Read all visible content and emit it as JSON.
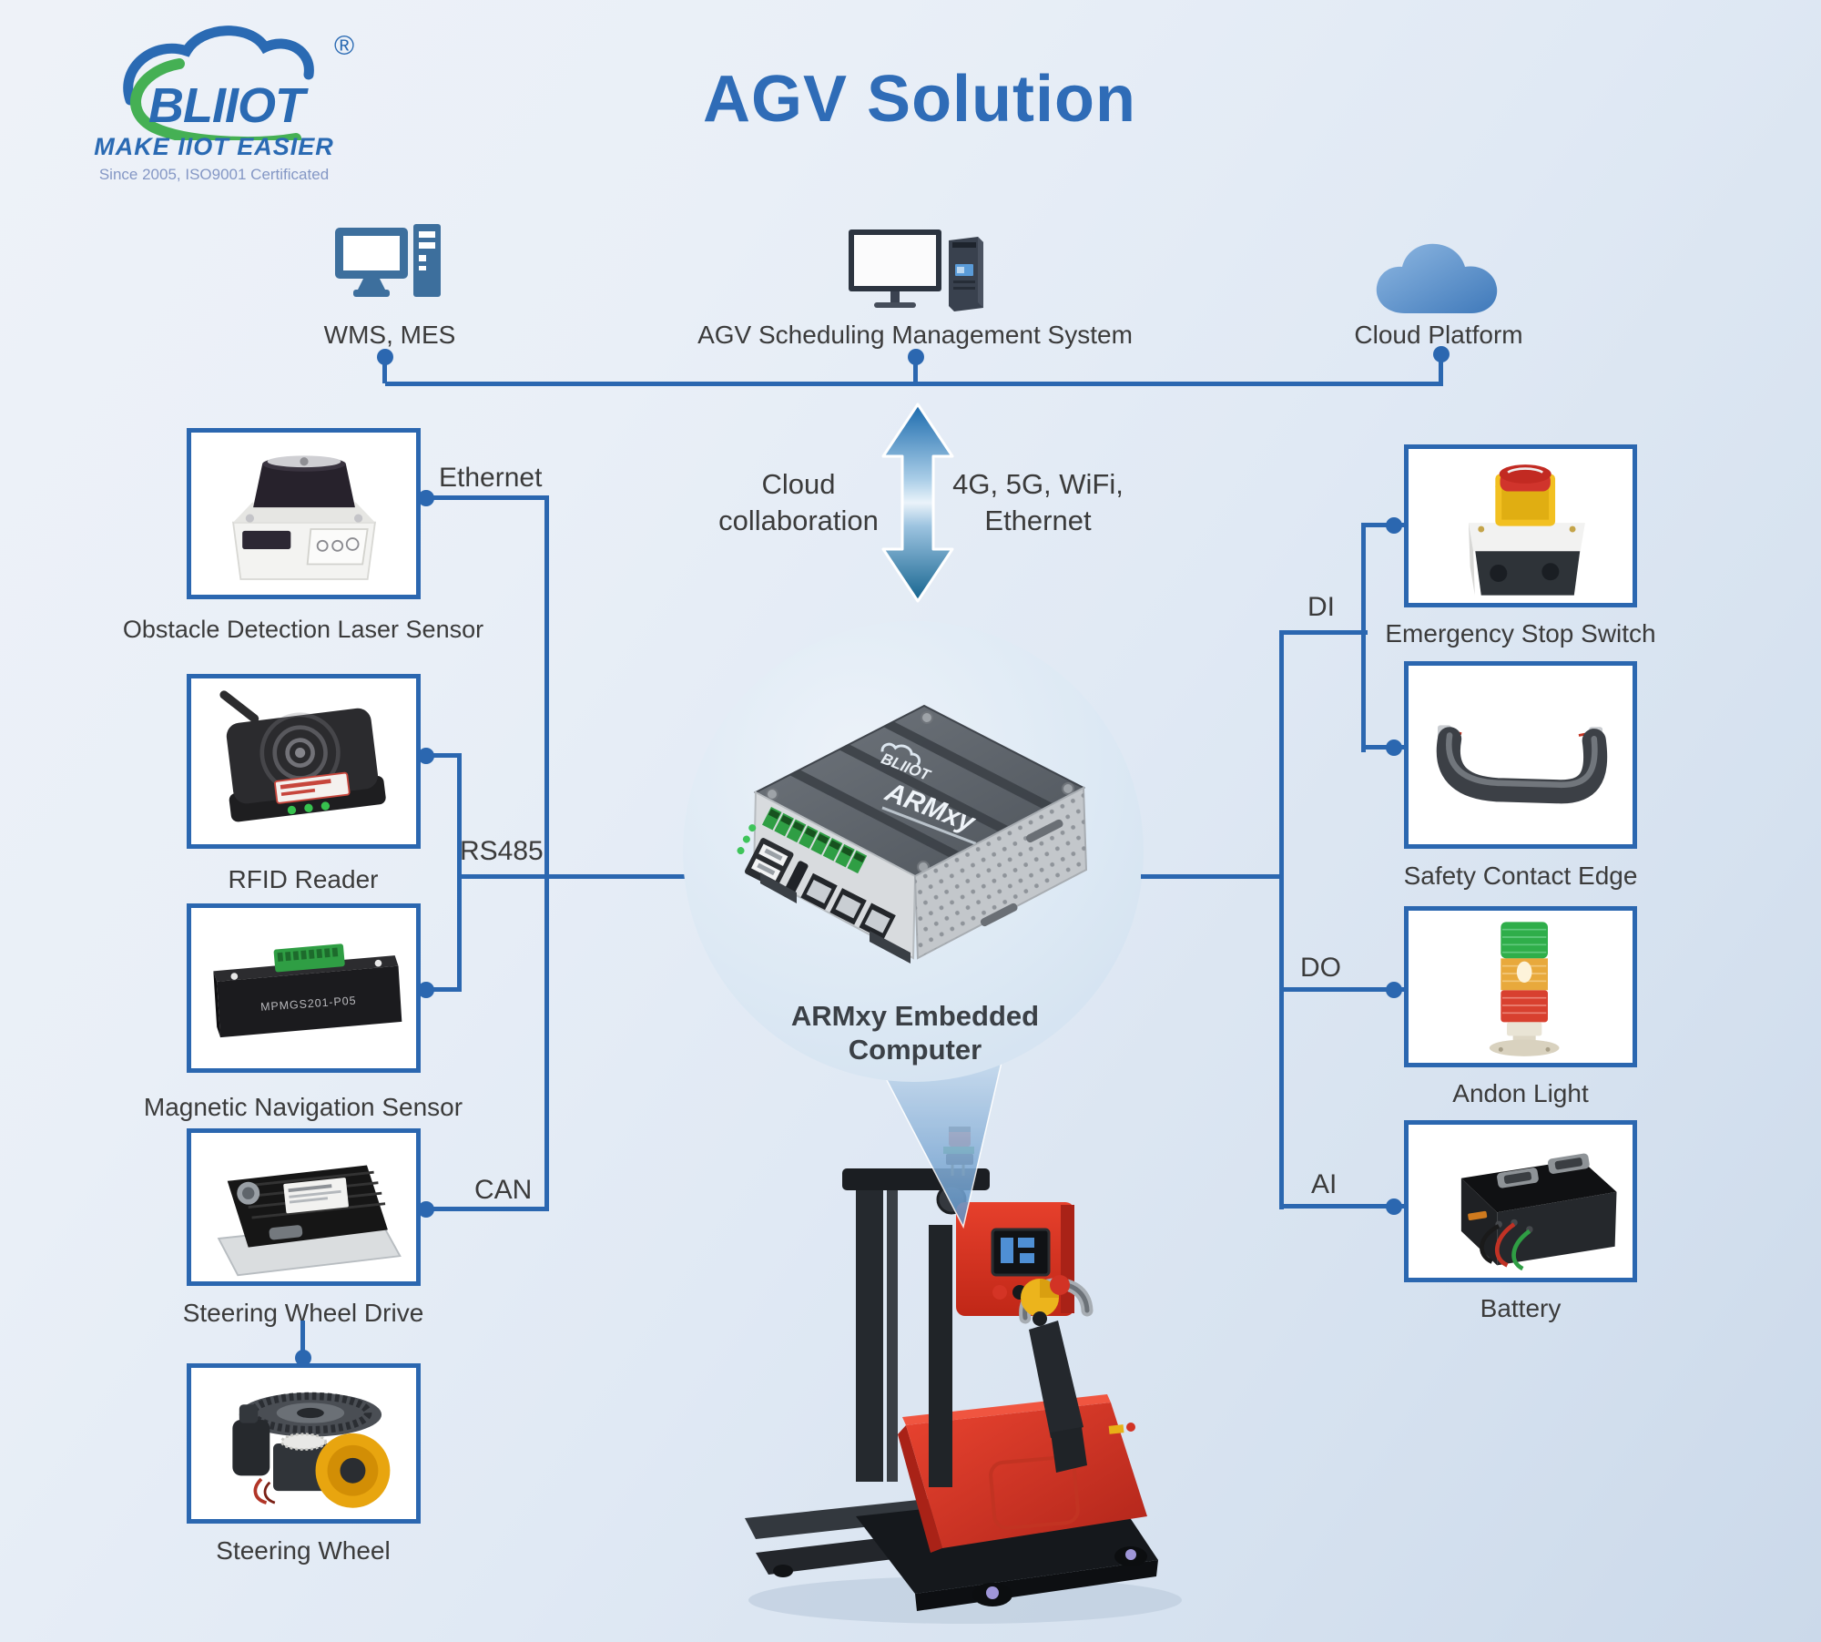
{
  "logo": {
    "brand": "BLIIOT",
    "registered": "®",
    "tagline": "MAKE IIOT EASIER",
    "certificate": "Since 2005, ISO9001 Certificated"
  },
  "title": "AGV Solution",
  "top_nodes": {
    "wms": {
      "label": "WMS, MES",
      "icon": "workstation-icon"
    },
    "scheduler": {
      "label": "AGV Scheduling Management System",
      "icon": "desktop-pc-icon"
    },
    "cloud": {
      "label": "Cloud Platform",
      "icon": "cloud-icon"
    }
  },
  "uplink": {
    "left_line1": "Cloud",
    "left_line2": "collaboration",
    "right_line1": "4G, 5G, WiFi,",
    "right_line2": "Ethernet"
  },
  "buses": {
    "ethernet": "Ethernet",
    "rs485": "RS485",
    "can": "CAN"
  },
  "io": {
    "di": "DI",
    "do": "DO",
    "ai": "AI"
  },
  "left_devices": [
    {
      "name": "Obstacle Detection Laser Sensor"
    },
    {
      "name": "RFID Reader"
    },
    {
      "name": "Magnetic Navigation Sensor",
      "model": "MPMGS201-P05"
    },
    {
      "name": "Steering Wheel Drive"
    },
    {
      "name": "Steering Wheel"
    }
  ],
  "right_devices": [
    {
      "name": "Emergency Stop Switch"
    },
    {
      "name": "Safety Contact Edge"
    },
    {
      "name": "Andon Light"
    },
    {
      "name": "Battery"
    }
  ],
  "center": {
    "label_line1": "ARMxy Embedded",
    "label_line2": "Computer",
    "brand": "BLIIOT",
    "model": "ARMxy"
  },
  "colors": {
    "accent": "#2b67b0",
    "title_blue": "#2f6cb7",
    "label_gray": "#3b3b3b",
    "logo_blue": "#2a6ab3",
    "logo_green": "#45b054"
  }
}
